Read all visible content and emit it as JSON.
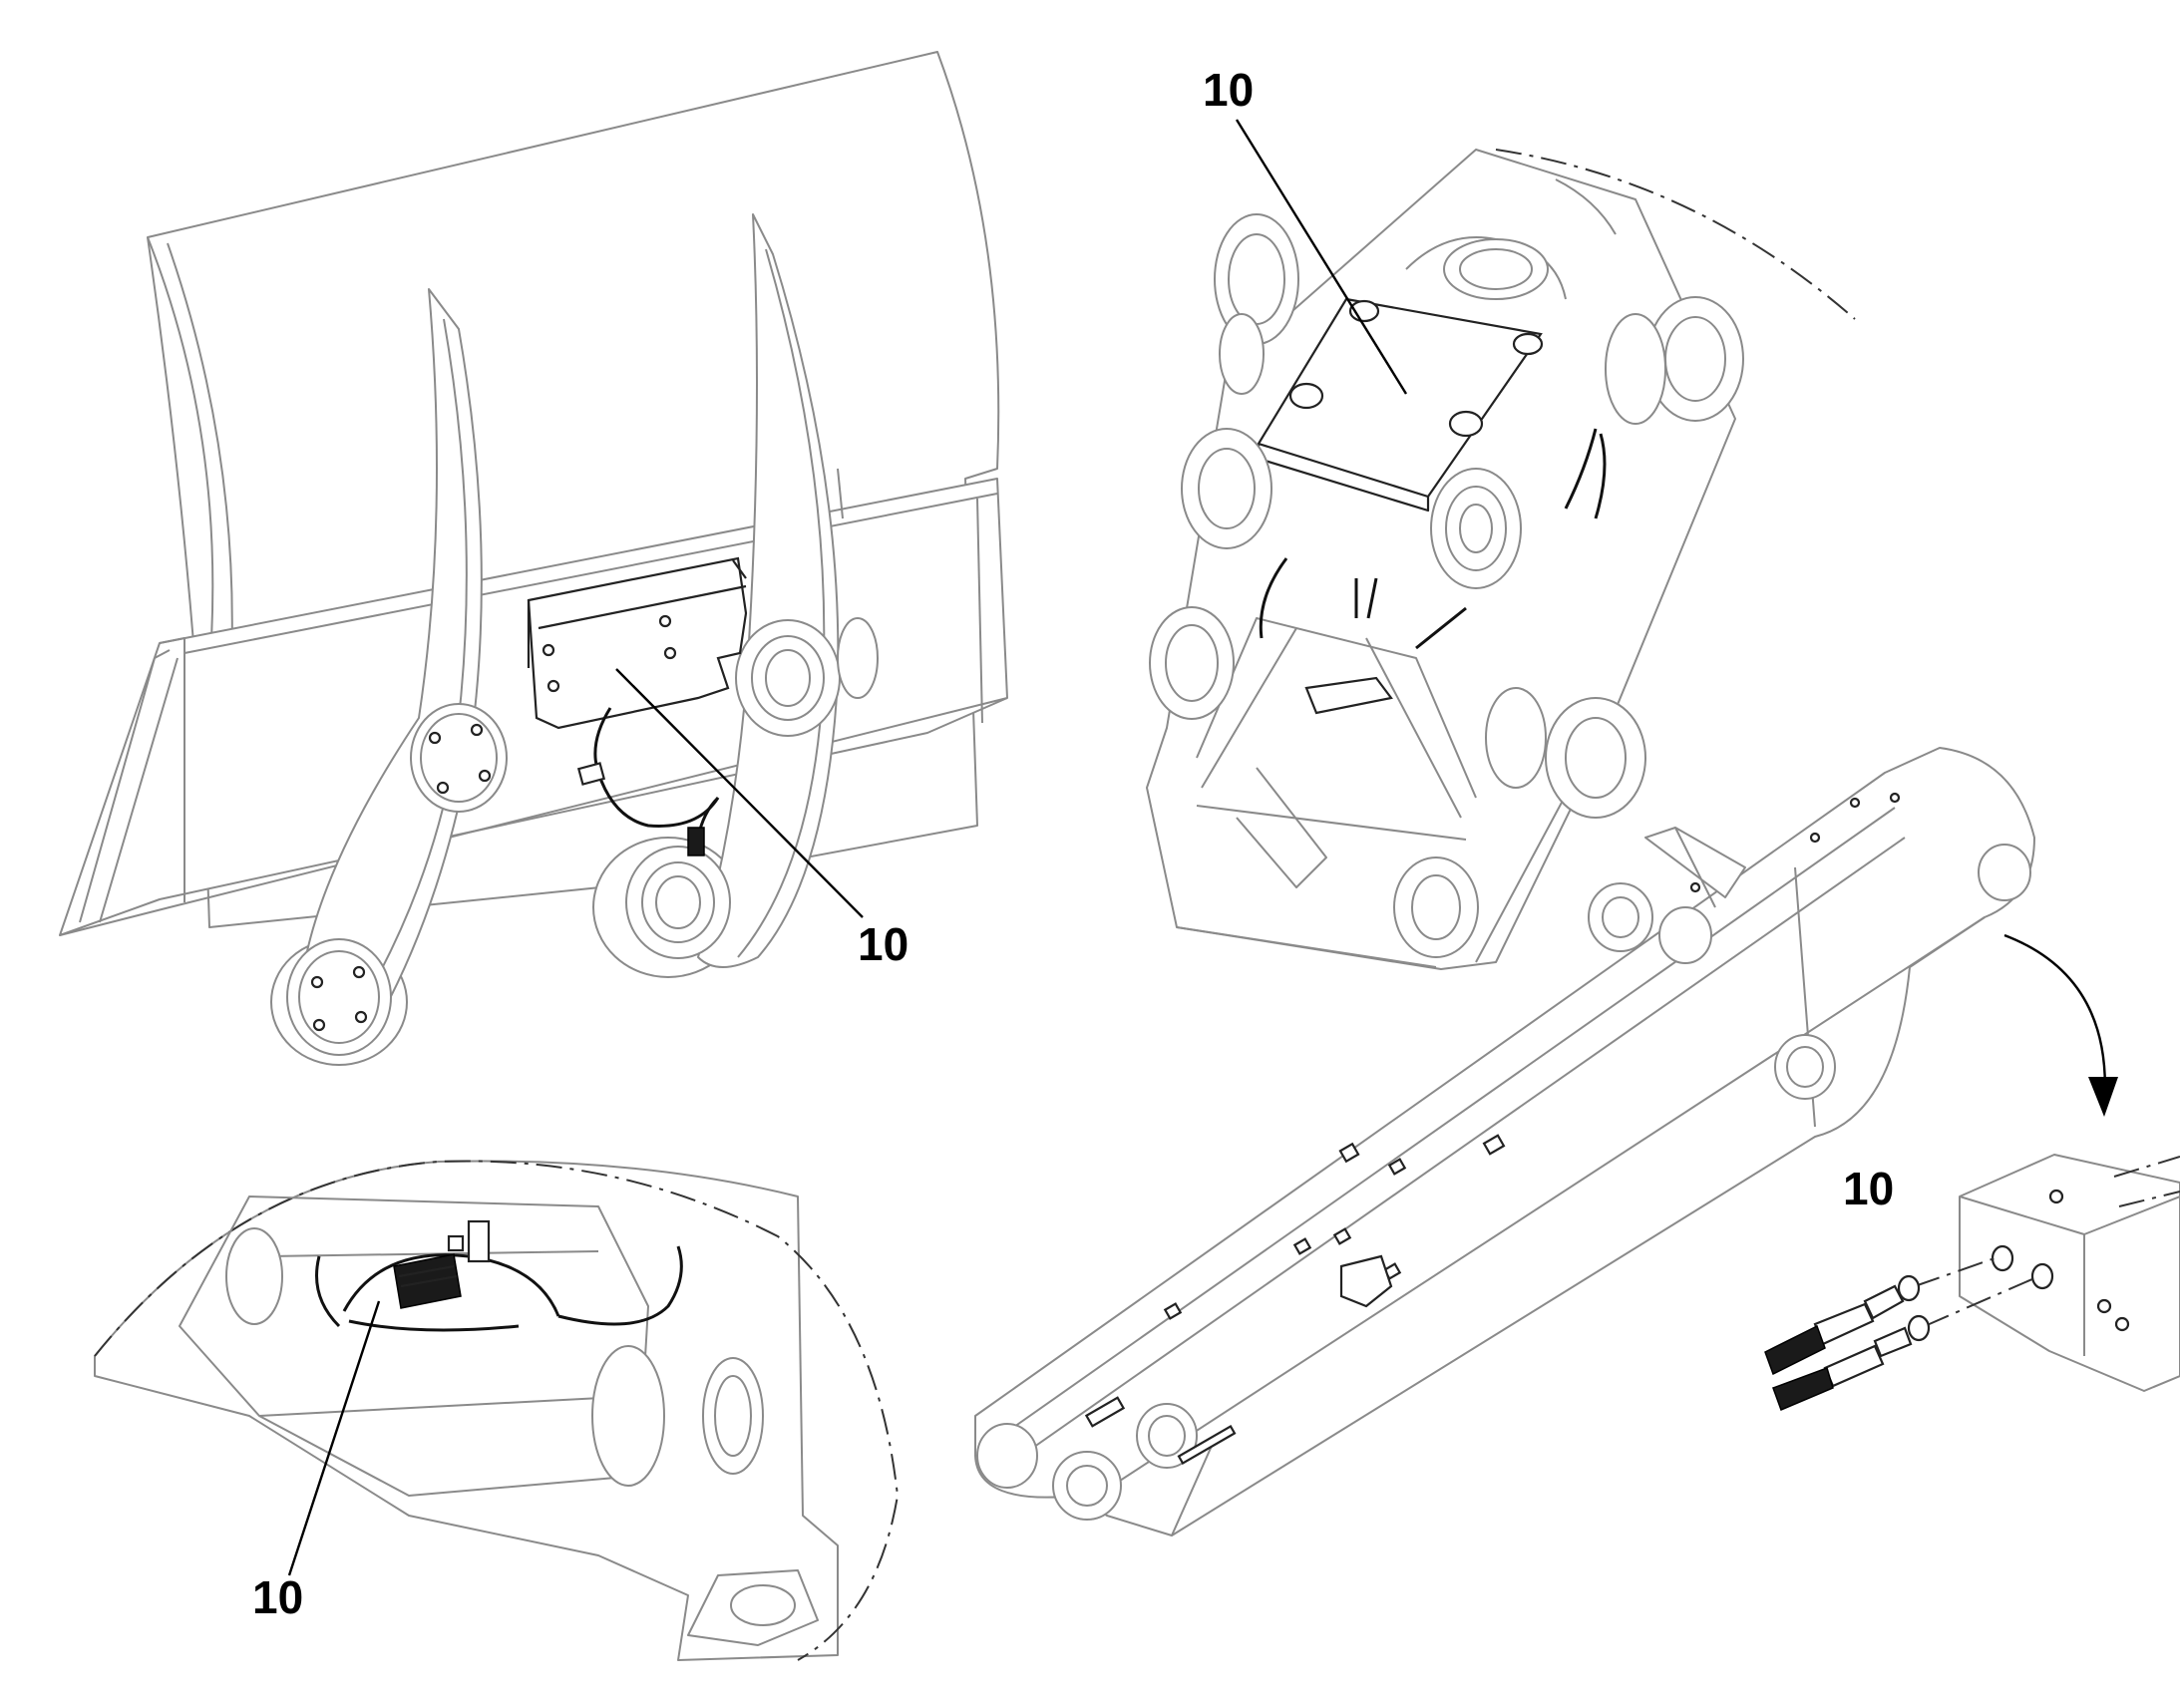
{
  "callouts": {
    "bucket_sensor": "10",
    "linkage_sensor": "10",
    "frame_sensor": "10",
    "bracket_sensor": "10"
  }
}
